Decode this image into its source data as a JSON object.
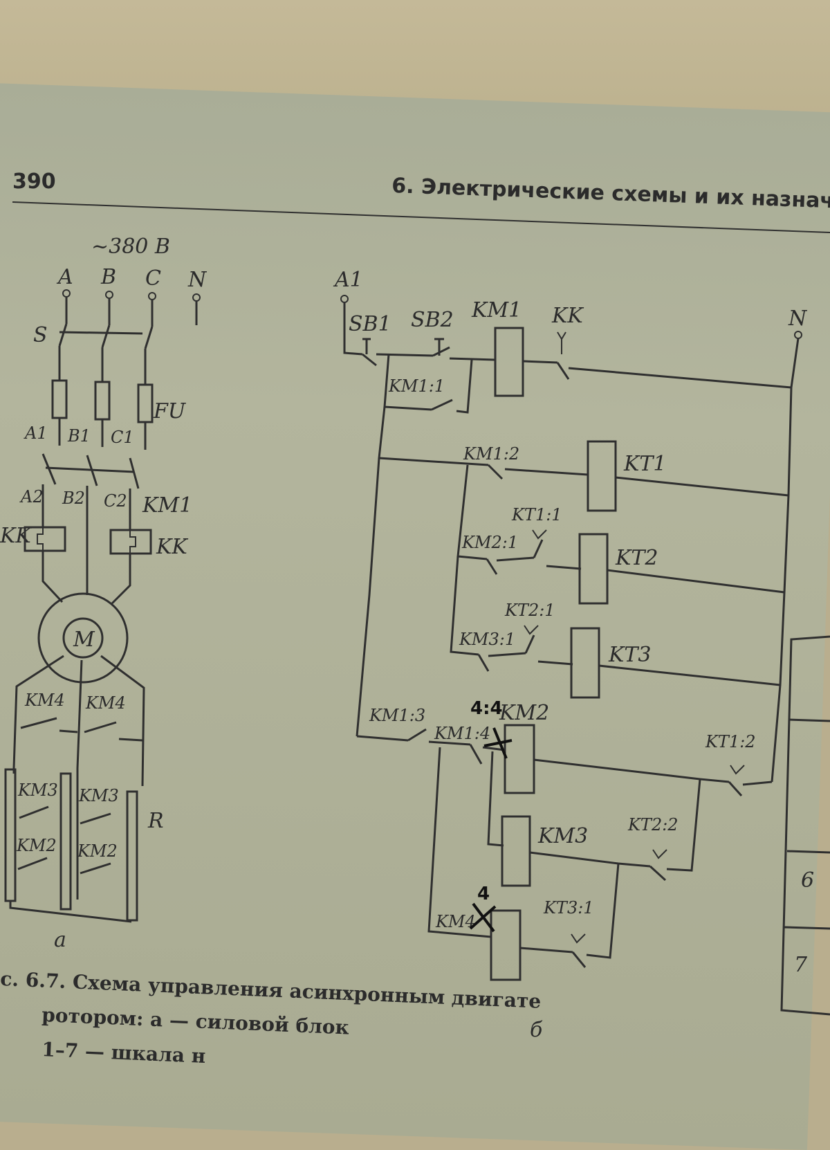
{
  "header": {
    "page_number": "390",
    "chapter_title": "6. Электрические схемы и их назнач"
  },
  "power_circuit": {
    "voltage": "~380 В",
    "phases": [
      "A",
      "B",
      "C",
      "N"
    ],
    "switch": "S",
    "fuses": "FU",
    "terminals_1": [
      "A1",
      "B1",
      "C1"
    ],
    "terminals_2": [
      "A2",
      "B2",
      "C2"
    ],
    "contactor": "KM1",
    "thermal_left": "KK",
    "thermal_right": "KK",
    "motor": "M",
    "km4_left": "KM4",
    "km4_right": "KM4",
    "km3_left": "KM3",
    "km3_right": "KM3",
    "km2_left": "KM2",
    "km2_right": "KM2",
    "resistor": "R",
    "sublabel": "а"
  },
  "control_circuit": {
    "node_a1": "A1",
    "node_n": "N",
    "sb1": "SB1",
    "sb2": "SB2",
    "km1": "KM1",
    "kk": "KK",
    "km1_1": "KM1:1",
    "km1_2": "KM1:2",
    "kt1": "KT1",
    "kt1_1": "KT1:1",
    "km2_1": "KM2:1",
    "kt2": "KT2",
    "kt2_1": "KT2:1",
    "km3_1": "KM3:1",
    "kt3": "KT3",
    "km1_3": "KM1:3",
    "km2": "KM2",
    "km1_4": "KM1:4",
    "kt1_2": "KT1:2",
    "km3": "KM3",
    "kt2_2": "KT2:2",
    "km4": "KM4",
    "kt3_1": "KT3:1",
    "sublabel": "б",
    "handwritten_1": "4:4",
    "handwritten_2": "4"
  },
  "scale_numbers": [
    "6",
    "7"
  ],
  "caption": {
    "line1": "с. 6.7. Схема управления асинхронным двигате",
    "line2": "ротором: а — силовой блок",
    "line3": "1–7 — шкала н"
  }
}
